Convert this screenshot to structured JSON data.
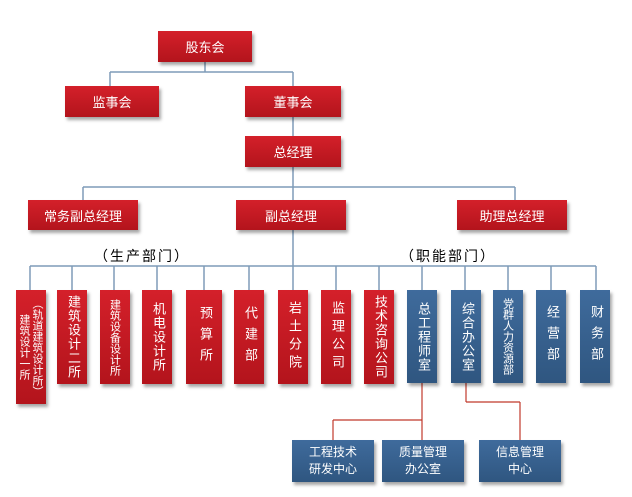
{
  "top": {
    "shareholders": "股东会",
    "supervisors": "监事会",
    "board": "董事会",
    "gm": "总经理"
  },
  "deputies": {
    "executive": "常务副总经理",
    "deputy": "副总经理",
    "assistant": "助理总经理"
  },
  "groups": {
    "production": "（生产部门）",
    "functional": "（职能部门）"
  },
  "production_units": [
    "（轨道建筑设计所）建筑设计一所",
    "建筑设计二所",
    "建筑设备设计所",
    "机电设计所",
    "预算所",
    "代建部",
    "岩土分院",
    "监理公司",
    "技术咨询公司"
  ],
  "functional_units": [
    "总工程师室",
    "综合办公室",
    "党群人力资源部",
    "经营部",
    "财务部"
  ],
  "sub_units": [
    "工程技术\n研发中心",
    "质量管理\n办公室",
    "信息管理\n中心"
  ]
}
